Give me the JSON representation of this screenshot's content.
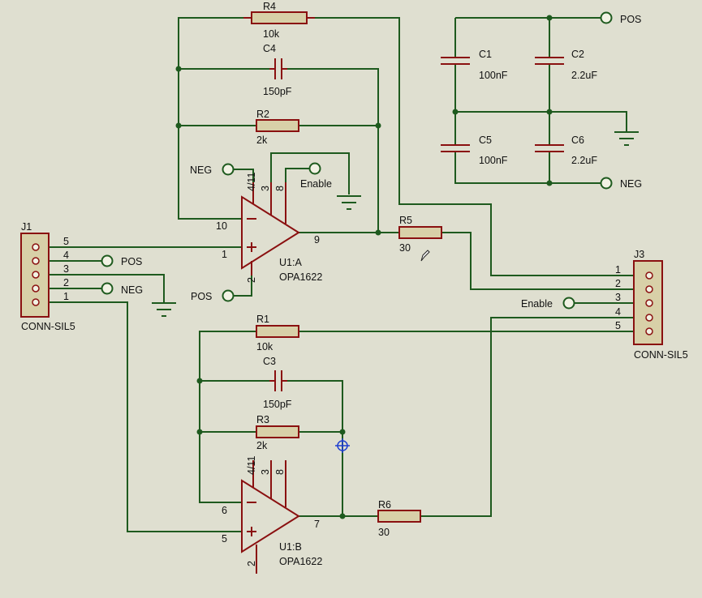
{
  "components": {
    "R4": {
      "ref": "R4",
      "value": "10k"
    },
    "C4": {
      "ref": "C4",
      "value": "150pF"
    },
    "R2": {
      "ref": "R2",
      "value": "2k"
    },
    "C1": {
      "ref": "C1",
      "value": "100nF"
    },
    "C2": {
      "ref": "C2",
      "value": "2.2uF"
    },
    "C5": {
      "ref": "C5",
      "value": "100nF"
    },
    "C6": {
      "ref": "C6",
      "value": "2.2uF"
    },
    "R5": {
      "ref": "R5",
      "value": "30"
    },
    "R1": {
      "ref": "R1",
      "value": "10k"
    },
    "C3": {
      "ref": "C3",
      "value": "150pF"
    },
    "R3": {
      "ref": "R3",
      "value": "2k"
    },
    "R6": {
      "ref": "R6",
      "value": "30"
    },
    "U1A": {
      "ref": "U1:A",
      "value": "OPA1622"
    },
    "U1B": {
      "ref": "U1:B",
      "value": "OPA1622"
    },
    "J1": {
      "ref": "J1",
      "value": "CONN-SIL5"
    },
    "J3": {
      "ref": "J3",
      "value": "CONN-SIL5"
    }
  },
  "pins": {
    "u1a_pwr": "4/11",
    "u1a_p3": "3",
    "u1a_p8": "8",
    "u1a_inv": "10",
    "u1a_noninv": "1",
    "u1a_out": "9",
    "u1a_p2": "2",
    "u1b_pwr": "4/11",
    "u1b_p3": "3",
    "u1b_p8": "8",
    "u1b_inv": "6",
    "u1b_noninv": "5",
    "u1b_out": "7",
    "u1b_p2": "2",
    "j1": [
      "5",
      "4",
      "3",
      "2",
      "1"
    ],
    "j3": [
      "1",
      "2",
      "3",
      "4",
      "5"
    ]
  },
  "terminals": {
    "pos": "POS",
    "neg": "NEG",
    "enable": "Enable"
  }
}
